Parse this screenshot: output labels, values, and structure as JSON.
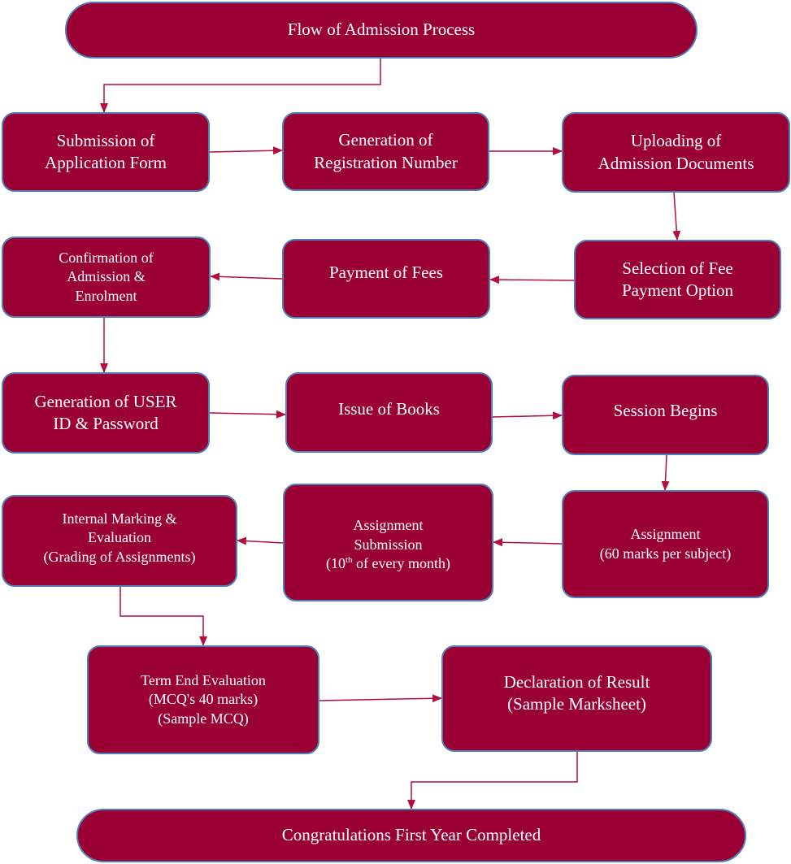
{
  "diagram": {
    "title": "Flow of Admission Process",
    "steps": {
      "submission": [
        "Submission of",
        "Application Form"
      ],
      "registration": [
        "Generation of",
        "Registration Number"
      ],
      "uploading": [
        "Uploading of",
        "Admission Documents"
      ],
      "fee_option": [
        "Selection of Fee",
        "Payment Option"
      ],
      "payment": [
        "Payment of Fees"
      ],
      "confirmation": [
        "Confirmation of",
        "Admission &",
        "Enrolment"
      ],
      "user_id": [
        "Generation of USER",
        "ID & Password"
      ],
      "books": [
        "Issue of Books"
      ],
      "session": [
        "Session Begins"
      ],
      "assignment": [
        "Assignment",
        "(60 marks per subject)"
      ],
      "submission_assignment": {
        "line1": "Assignment",
        "line2": "Submission",
        "line3_prefix": "(10",
        "line3_sup": "th",
        "line3_suffix": " of every month)"
      },
      "internal": [
        "Internal Marking &",
        "Evaluation",
        "(Grading of Assignments)"
      ],
      "term_end": [
        "Term End Evaluation",
        "(MCQ's 40 marks)",
        "(Sample MCQ)"
      ],
      "result": [
        "Declaration of Result",
        "(Sample Marksheet)"
      ]
    },
    "final": "Congratulations First Year Completed",
    "colors": {
      "box_fill": "#9a0034",
      "box_border": "#4f7fb7",
      "text": "#ffffff",
      "connector": "#b30e3e"
    }
  }
}
